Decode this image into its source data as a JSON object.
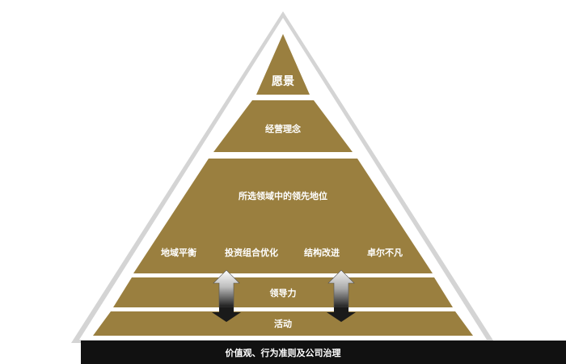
{
  "colors": {
    "outline": "#c8c8c8",
    "tier_fill": "#9a7f3f",
    "base_fill": "#111111",
    "text": "#ffffff"
  },
  "pyramid": {
    "tiers": [
      {
        "id": "vision",
        "label": "愿景"
      },
      {
        "id": "philosophy",
        "label": "经营理念"
      },
      {
        "id": "leadership-position",
        "label": "所选领域中的领先地位"
      },
      {
        "id": "leadership",
        "label": "领导力"
      },
      {
        "id": "activities",
        "label": "活动"
      }
    ],
    "pillars": [
      "地域平衡",
      "投资组合优化",
      "结构改进",
      "卓尔不凡"
    ],
    "base_label": "价值观、行为准则及公司治理"
  }
}
